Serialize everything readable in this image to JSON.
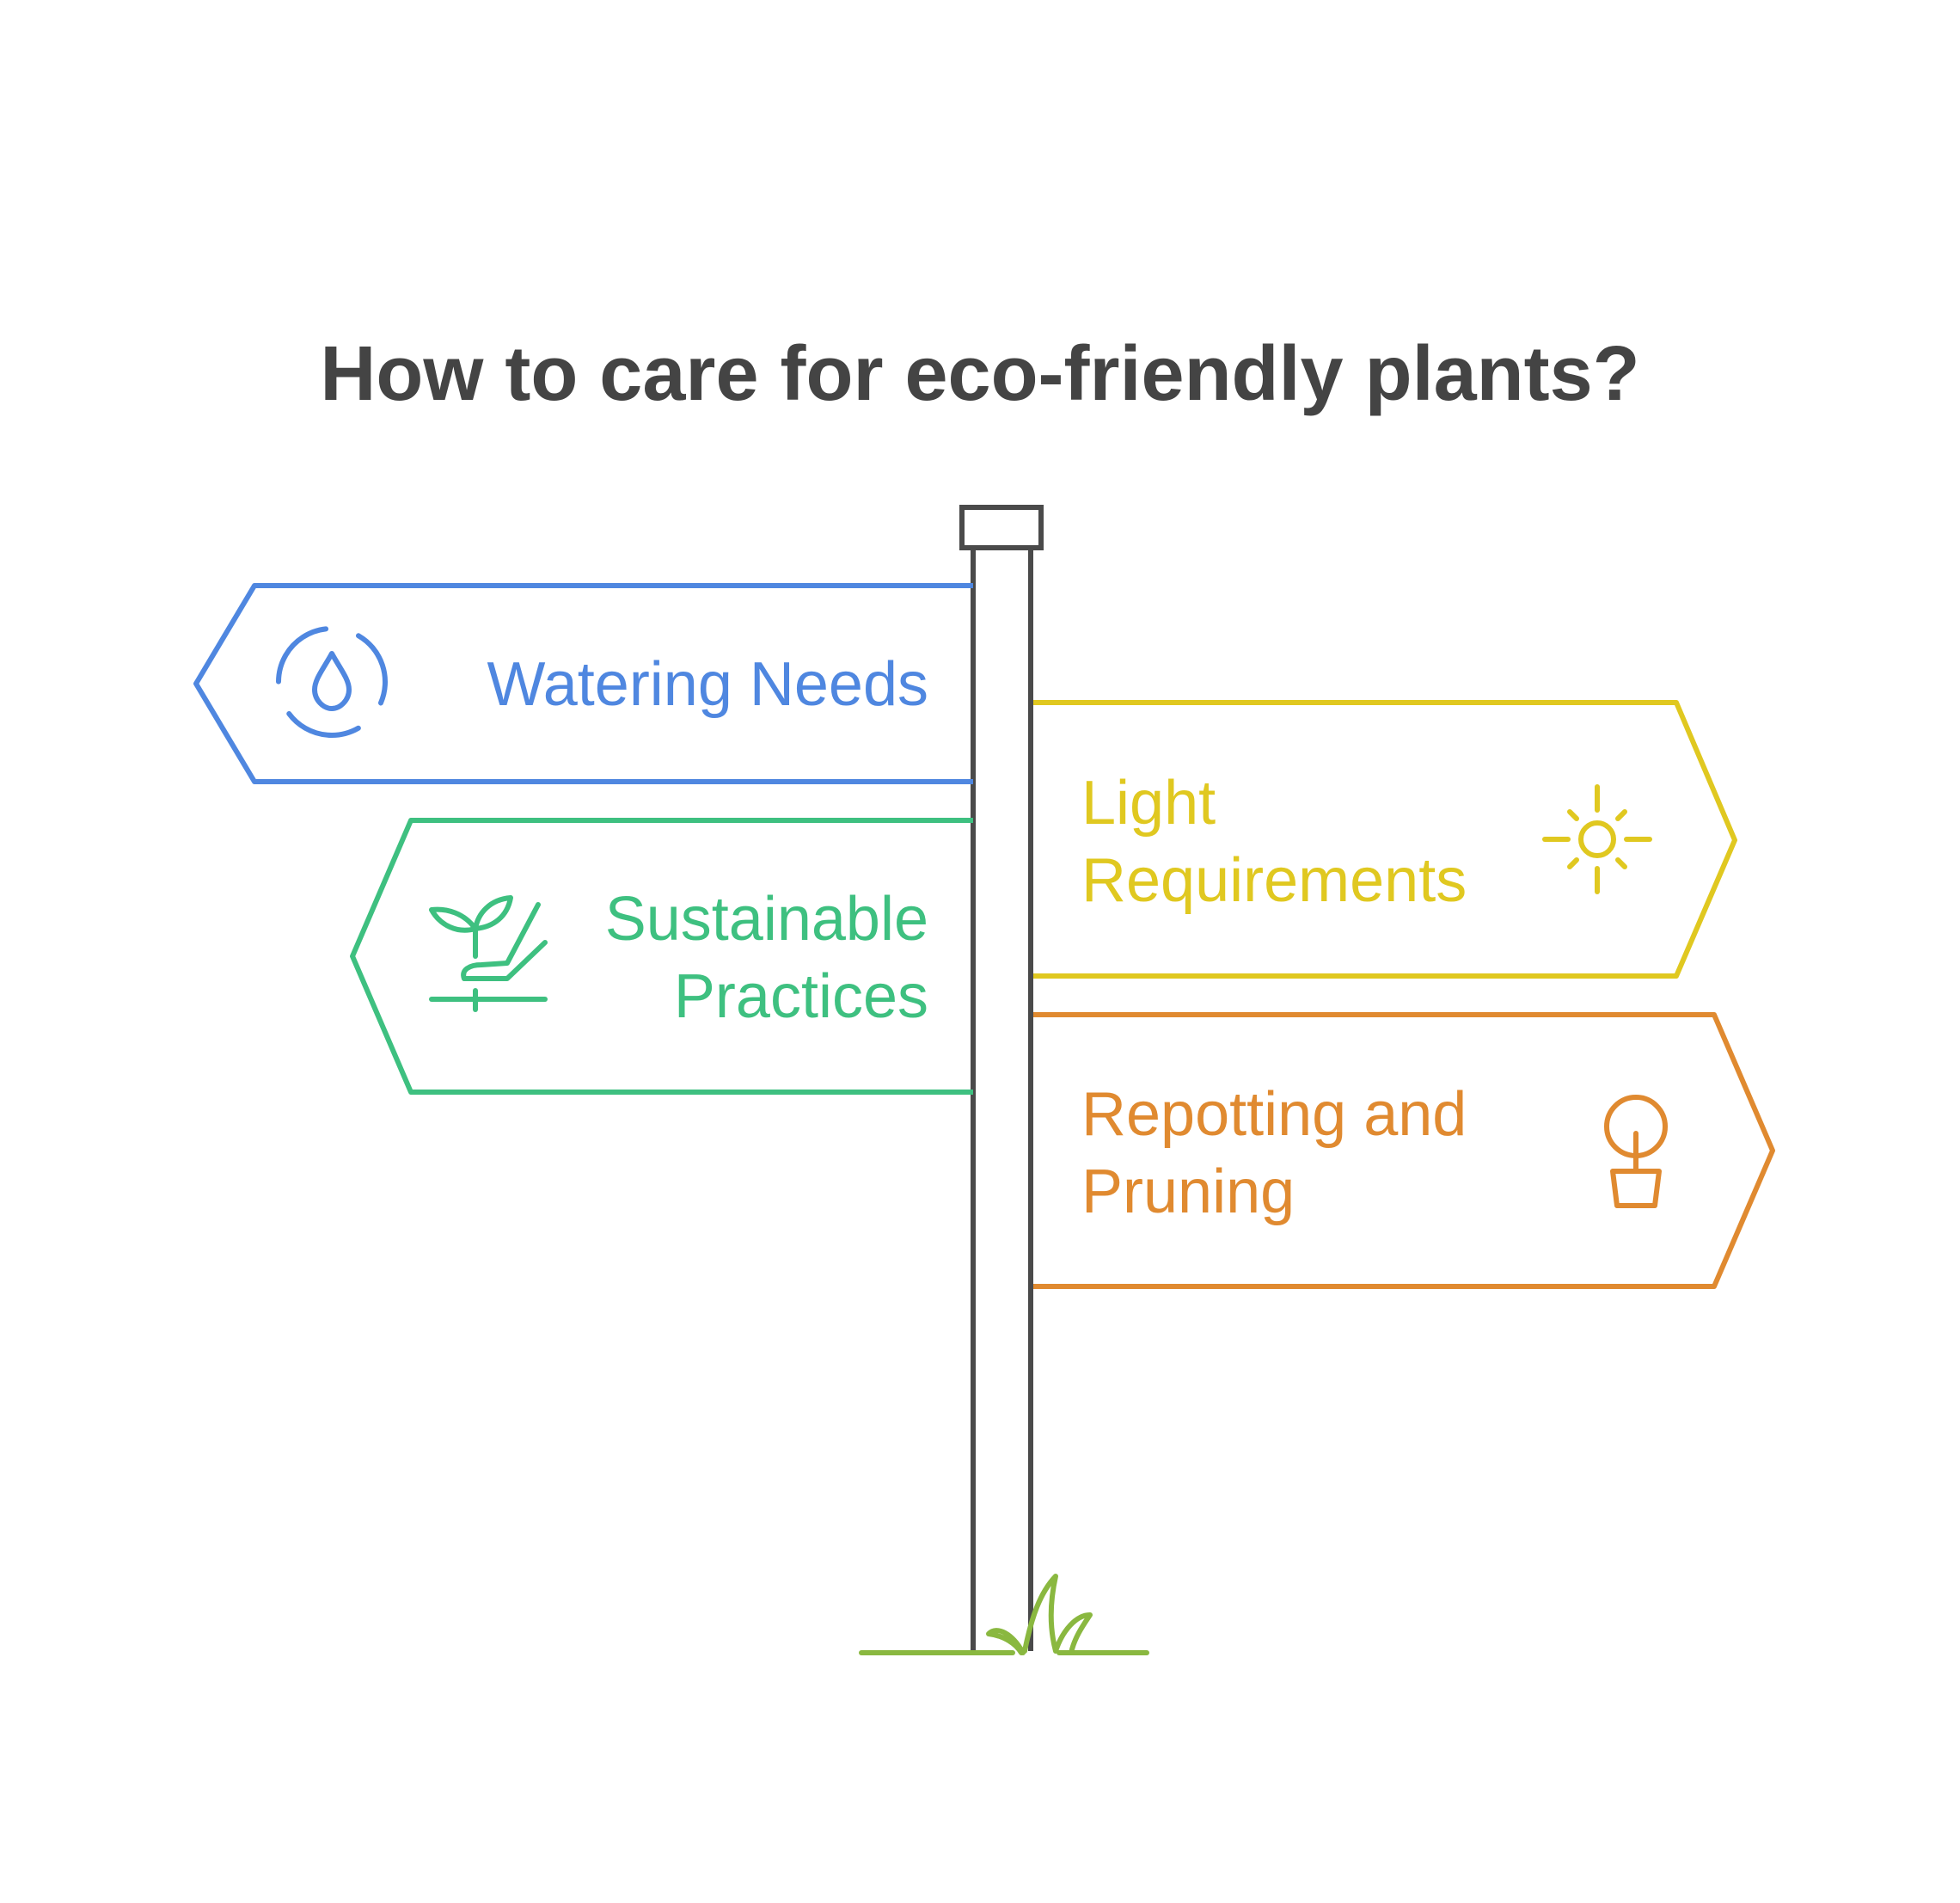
{
  "title": "How to care for eco-friendly plants?",
  "colors": {
    "title": "#444444",
    "post": "#4a4a4a",
    "grass": "#8ab840",
    "watering": "#4f87e0",
    "light": "#e0c820",
    "sustainable": "#3ec080",
    "repotting": "#e08a30"
  },
  "signs": {
    "watering": {
      "icon": "water-drop-icon",
      "line1": "Watering Needs"
    },
    "light": {
      "icon": "sun-icon",
      "line1": "Light",
      "line2": "Requirements"
    },
    "sustainable": {
      "icon": "sprout-hand-icon",
      "line1": "Sustainable",
      "line2": "Practices"
    },
    "repotting": {
      "icon": "potted-plant-icon",
      "line1": "Repotting and",
      "line2": "Pruning"
    }
  }
}
